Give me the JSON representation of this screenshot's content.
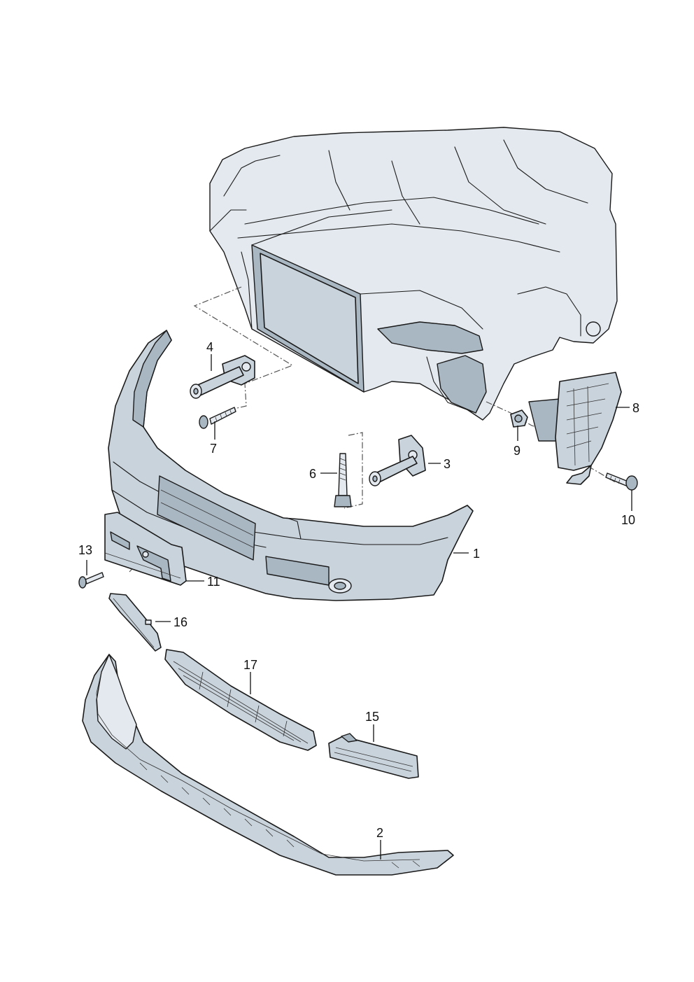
{
  "callouts": [
    {
      "id": "1",
      "label": "1"
    },
    {
      "id": "2",
      "label": "2"
    },
    {
      "id": "3",
      "label": "3"
    },
    {
      "id": "4",
      "label": "4"
    },
    {
      "id": "6",
      "label": "6"
    },
    {
      "id": "7",
      "label": "7"
    },
    {
      "id": "8",
      "label": "8"
    },
    {
      "id": "9",
      "label": "9"
    },
    {
      "id": "10",
      "label": "10"
    },
    {
      "id": "11",
      "label": "11"
    },
    {
      "id": "13",
      "label": "13"
    },
    {
      "id": "15",
      "label": "15"
    },
    {
      "id": "16",
      "label": "16"
    },
    {
      "id": "17",
      "label": "17"
    }
  ],
  "colors": {
    "part_fill": "#c9d3dc",
    "part_shadow": "#7f8e9b",
    "outline": "#1a1a1a",
    "background": "#ffffff"
  }
}
